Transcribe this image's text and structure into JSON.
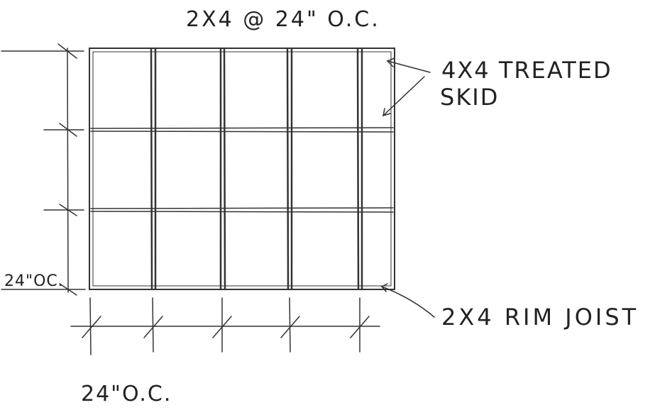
{
  "labels": {
    "top_spacing": "2X4 @ 24\" O.C.",
    "skid_line1": "4X4 TREATED",
    "skid_line2": "SKID",
    "rim_joist": "2X4 RIM JOIST",
    "side_spacing": "24\"OC.",
    "bottom_spacing": "24\"O.C."
  },
  "colors": {
    "ink": "#333333",
    "paper": "#ffffff"
  }
}
